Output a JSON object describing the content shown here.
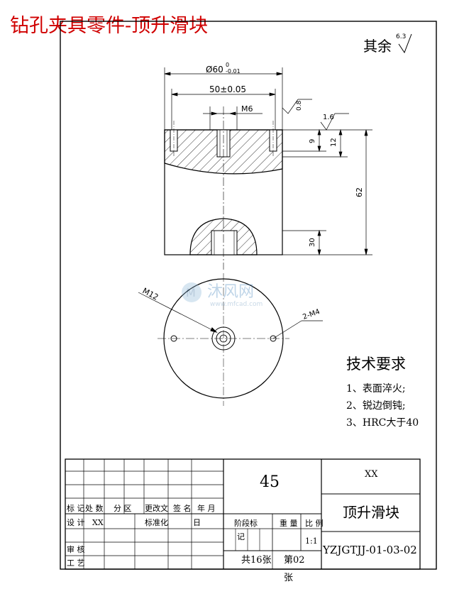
{
  "page_title": "钻孔夹具零件-顶升滑块",
  "roughness_note": {
    "text": "其余",
    "value": "6.3"
  },
  "dimensions": {
    "d60": "Ø60",
    "d60_upper": "0",
    "d60_lower": "-0.01",
    "d50": "50±0.05",
    "m6": "M6",
    "r08": "0.8",
    "r16": "1.6",
    "h9": "9",
    "h12": "12",
    "h62": "62",
    "h30": "30",
    "m12": "M12",
    "m4": "2-M4"
  },
  "watermark": {
    "brand": "沐风网",
    "url": "www.mfcad.com"
  },
  "tech_requirements": {
    "title": "技术要求",
    "items": [
      "1、表面淬火;",
      "2、锐边倒钝;",
      "3、HRC大于40"
    ]
  },
  "title_block": {
    "material": "45",
    "org": "XX",
    "part_name": "顶升滑块",
    "drawing_no": "YZJGTJJ-01-03-02",
    "header_row": [
      "标 记",
      "处 数",
      "分  区",
      "更改文",
      "签 名",
      "年 月"
    ],
    "row_design": {
      "label": "设 计",
      "name": "XX",
      "std": "标准化",
      "date": "日"
    },
    "review": "审 核",
    "process": "工 艺",
    "stage_label": "阶段标",
    "stage_mark": "记",
    "weight_label": "重 量",
    "scale_label": "比 例",
    "scale_value": "1:1",
    "sheets": "共16张",
    "sheet_no": "第02",
    "sheet_unit": "张"
  }
}
